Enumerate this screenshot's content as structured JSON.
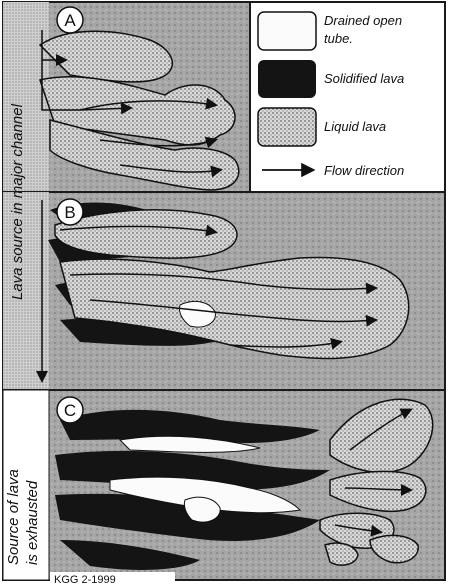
{
  "panels": {
    "a": {
      "label": "A"
    },
    "b": {
      "label": "B"
    },
    "c": {
      "label": "C"
    }
  },
  "side_labels": {
    "top": "Lava source in major channel",
    "bottom_line1": "Source of lava",
    "bottom_line2": "is exhausted"
  },
  "legend": {
    "drained": {
      "line1": "Drained open",
      "line2": "tube."
    },
    "solidified": "Solidified lava",
    "liquid": "Liquid lava",
    "flow": "Flow direction"
  },
  "credit": "KGG 2-1999",
  "colors": {
    "frame": "#1a1a1a",
    "solid_lava": "#141414",
    "liquid_lava": "#d2d2d2",
    "drained_tube": "#fbfbfb",
    "ground": "#9a9a9a",
    "channel": "#c8c8c8"
  },
  "icons": {
    "flow_arrow": "flow-arrow-icon"
  }
}
